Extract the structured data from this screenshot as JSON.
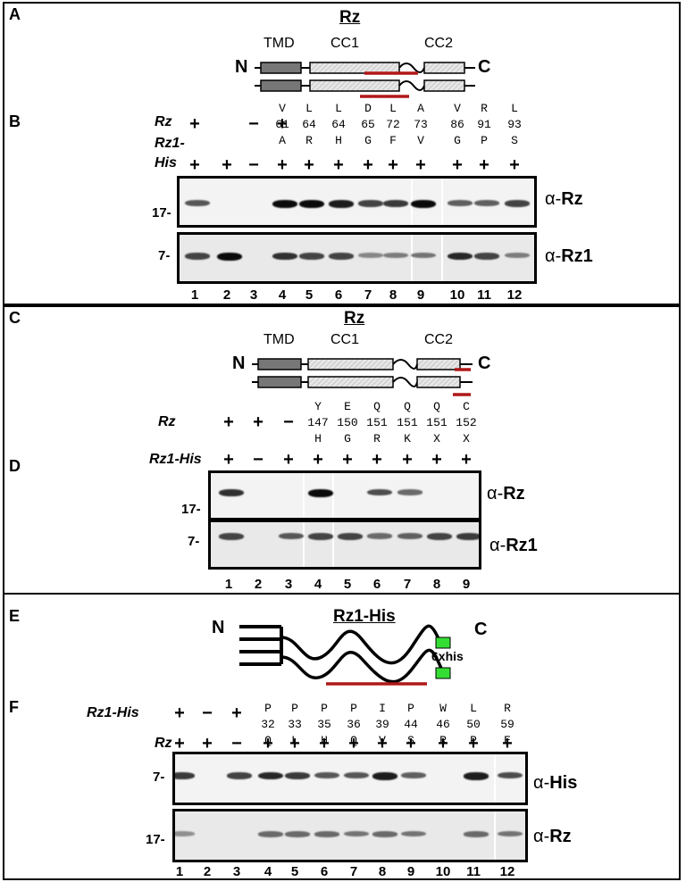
{
  "panelA": {
    "label": "A",
    "title": "Rz",
    "domains": [
      "TMD",
      "CC1",
      "CC2"
    ],
    "n_term": "N",
    "c_term": "C"
  },
  "panelB": {
    "label": "B",
    "row_labels": [
      "Rz",
      "Rz1-",
      "His"
    ],
    "rz_signs": [
      "+",
      "−",
      "+"
    ],
    "his_signs": [
      "+",
      "+",
      "−",
      "+",
      "+",
      "+",
      "+",
      "+",
      "+",
      "+",
      "+",
      "+"
    ],
    "mutations": [
      {
        "wt": "V",
        "pos": "61",
        "mut": "A"
      },
      {
        "wt": "L",
        "pos": "64",
        "mut": "R"
      },
      {
        "wt": "L",
        "pos": "64",
        "mut": "H"
      },
      {
        "wt": "D",
        "pos": "65",
        "mut": "G"
      },
      {
        "wt": "L",
        "pos": "72",
        "mut": "F"
      },
      {
        "wt": "A",
        "pos": "73",
        "mut": "V"
      },
      {
        "wt": "V",
        "pos": "86",
        "mut": "G"
      },
      {
        "wt": "R",
        "pos": "91",
        "mut": "P"
      },
      {
        "wt": "L",
        "pos": "93",
        "mut": "S"
      }
    ],
    "blot_top": {
      "marker": "17-",
      "antibody_prefix": "α-",
      "antibody": "Rz"
    },
    "blot_bottom": {
      "marker": "7-",
      "antibody_prefix": "α-",
      "antibody": "Rz1"
    },
    "lanes": [
      "1",
      "2",
      "3",
      "4",
      "5",
      "6",
      "7",
      "8",
      "9",
      "10",
      "11",
      "12"
    ]
  },
  "panelC": {
    "label": "C",
    "title": "Rz",
    "domains": [
      "TMD",
      "CC1",
      "CC2"
    ],
    "n_term": "N",
    "c_term": "C"
  },
  "panelD": {
    "label": "D",
    "row_labels": [
      "Rz",
      "Rz1-His"
    ],
    "rz_signs": [
      "+",
      "+",
      "−"
    ],
    "his_signs": [
      "+",
      "−",
      "+",
      "+",
      "+",
      "+",
      "+",
      "+",
      "+"
    ],
    "mutations": [
      {
        "wt": "Y",
        "pos": "147",
        "mut": "H"
      },
      {
        "wt": "E",
        "pos": "150",
        "mut": "G"
      },
      {
        "wt": "Q",
        "pos": "151",
        "mut": "R"
      },
      {
        "wt": "Q",
        "pos": "151",
        "mut": "K"
      },
      {
        "wt": "Q",
        "pos": "151",
        "mut": "X"
      },
      {
        "wt": "C",
        "pos": "152",
        "mut": "X"
      }
    ],
    "blot_top": {
      "marker": "17-",
      "antibody_prefix": "α-",
      "antibody": "Rz"
    },
    "blot_bottom": {
      "marker": "7-",
      "antibody_prefix": "α-",
      "antibody": "Rz1"
    },
    "lanes": [
      "1",
      "2",
      "3",
      "4",
      "5",
      "6",
      "7",
      "8",
      "9"
    ]
  },
  "panelE": {
    "label": "E",
    "title": "Rz1-His",
    "n_term": "N",
    "c_term": "C",
    "tag": "6xhis"
  },
  "panelF": {
    "label": "F",
    "row_labels": [
      "Rz1-His",
      "Rz"
    ],
    "his_signs": [
      "+",
      "−",
      "+"
    ],
    "rz_signs": [
      "+",
      "+",
      "−",
      "+",
      "+",
      "+",
      "+",
      "+",
      "+",
      "+",
      "+",
      "+"
    ],
    "mutations": [
      {
        "wt": "P",
        "pos": "32",
        "mut": "Q"
      },
      {
        "wt": "P",
        "pos": "33",
        "mut": "L"
      },
      {
        "wt": "P",
        "pos": "35",
        "mut": "H"
      },
      {
        "wt": "P",
        "pos": "36",
        "mut": "Q"
      },
      {
        "wt": "I",
        "pos": "39",
        "mut": "V"
      },
      {
        "wt": "P",
        "pos": "44",
        "mut": "S"
      },
      {
        "wt": "W",
        "pos": "46",
        "mut": "R"
      },
      {
        "wt": "L",
        "pos": "50",
        "mut": "P"
      },
      {
        "wt": "R",
        "pos": "59",
        "mut": "E"
      }
    ],
    "blot_top": {
      "marker": "7-",
      "antibody_prefix": "α-",
      "antibody": "His"
    },
    "blot_bottom": {
      "marker": "17-",
      "antibody_prefix": "α-",
      "antibody": "Rz"
    },
    "lanes": [
      "1",
      "2",
      "3",
      "4",
      "5",
      "6",
      "7",
      "8",
      "9",
      "10",
      "11",
      "12"
    ]
  },
  "colors": {
    "highlight": "#b01818",
    "his_tag": "#33dd33"
  }
}
